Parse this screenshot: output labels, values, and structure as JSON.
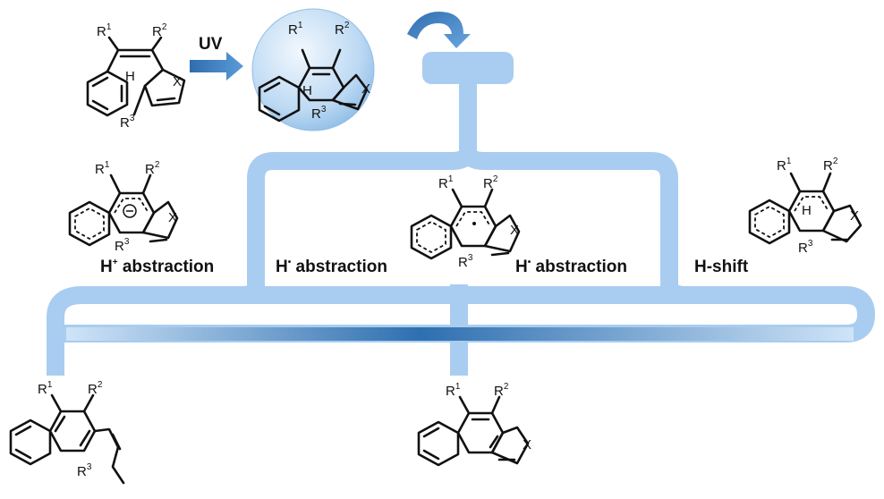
{
  "labels": {
    "uv": "UV",
    "h": "H",
    "plus": "+",
    "dot": "•",
    "abstraction_sp": " abstraction",
    "hshift": "H-shift"
  },
  "sm": {
    "r": "R",
    "s1": "1",
    "s2": "2",
    "s3": "3",
    "h": "H",
    "x": "X"
  },
  "int": {
    "r": "R",
    "s1": "1",
    "s2": "2",
    "s3": "3",
    "h": "H",
    "x": "X"
  },
  "an": {
    "r": "R",
    "s1": "1",
    "s2": "2",
    "s3": "3",
    "x": "X"
  },
  "rad": {
    "r": "R",
    "s1": "1",
    "s2": "2",
    "s3": "3",
    "x": "X"
  },
  "hs": {
    "r": "R",
    "s1": "1",
    "s2": "2",
    "s3": "3",
    "h": "H",
    "x": "X"
  },
  "dp": {
    "r": "R",
    "s1": "1",
    "s2": "2",
    "s3": "3"
  },
  "cp": {
    "r": "R",
    "s1": "1",
    "s2": "2",
    "x": "X"
  },
  "colors": {
    "track": "#a8cdf0",
    "accent_dark": "#2e6fb0",
    "sphere": "#bcd9f3"
  }
}
